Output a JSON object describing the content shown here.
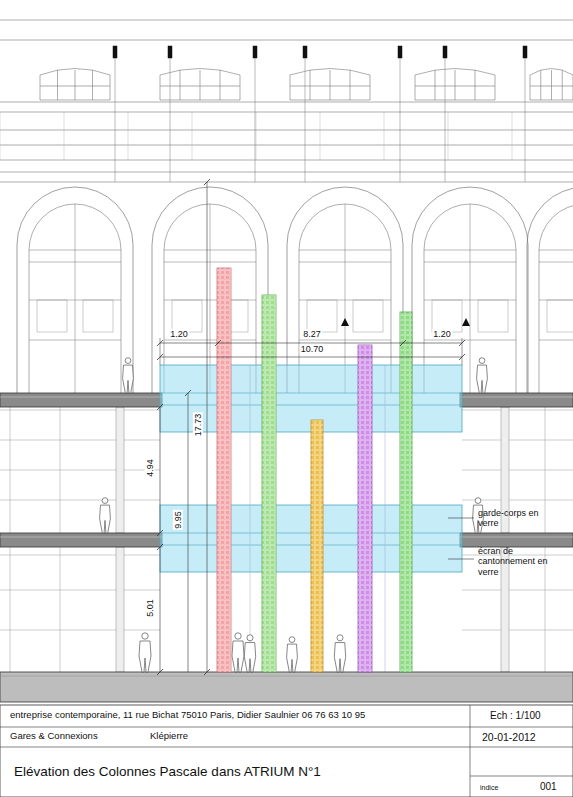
{
  "diagram": {
    "title": "Elévation des Colonnes Pascale dans ATRIUM N°1",
    "labels": [
      "1.20",
      "8.27",
      "10.70",
      "1.20",
      "17.73",
      "4.94",
      "9.95",
      "5.01",
      "garde-corps en verre",
      "écran de cantonnement en verre",
      "entreprise contemporaine, 11 rue Bichat 75010 Paris, Didier Saulnier 06 76 63 10 95",
      "Ech : 1/100",
      "Gares & Connexions",
      "Klépierre",
      "20-01-2012",
      "indice",
      "001"
    ]
  }
}
